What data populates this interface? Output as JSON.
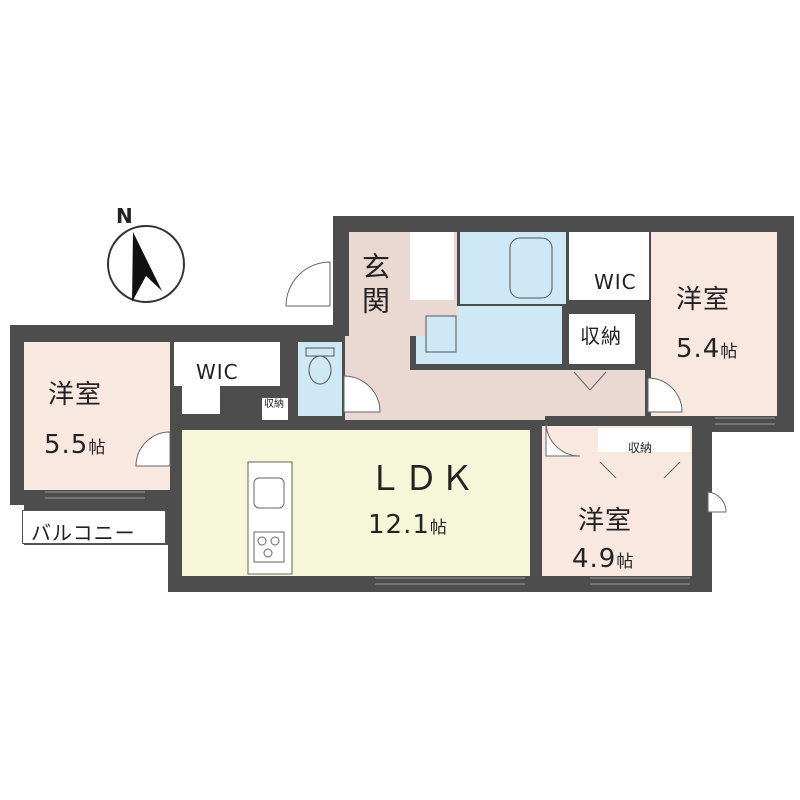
{
  "compass": {
    "north_label": "N"
  },
  "rooms": {
    "genkan": "玄関",
    "wic_upper": "WIC",
    "youshitsu_right": {
      "name": "洋室",
      "size": "5.4",
      "unit": "帖"
    },
    "shuunou_upper": "収納",
    "youshitsu_left": {
      "name": "洋室",
      "size": "5.5",
      "unit": "帖"
    },
    "wic_left": "WIC",
    "shuunou_small": "収納",
    "ldk": {
      "name": "ＬＤＫ",
      "size": "12.1",
      "unit": "帖"
    },
    "youshitsu_lower": {
      "name": "洋室",
      "size": "4.9",
      "unit": "帖"
    },
    "shuunou_lower": "収納",
    "balcony": "バルコニー"
  },
  "colors": {
    "wall": "#4d4d4d",
    "bedroom": "#f8e8e0",
    "ldk": "#f6f6d8",
    "corridor": "#ead8d2",
    "wet": "#cfe8f5",
    "storage": "#ffffff"
  }
}
